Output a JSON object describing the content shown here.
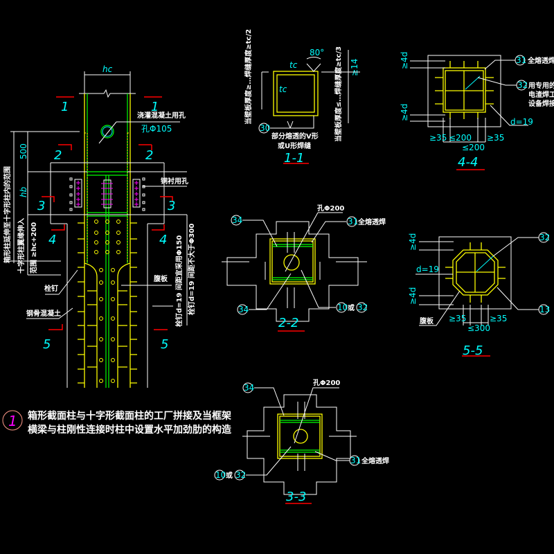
{
  "colors": {
    "background": "#000000",
    "outline": "#ffffff",
    "steel": "#ffff00",
    "stiffener": "#00ff00",
    "dimension": "#00ffff",
    "section_mark": "#ff0000",
    "tick": "#ff00ff"
  },
  "title": {
    "number": "1",
    "line1": "箱形截面柱与十字形截面柱的工厂拼接及当框架",
    "line2": "横梁与柱刚性连接时柱中设置水平加劲肋的构造"
  },
  "elevation": {
    "dim_hc": "hc",
    "dim_500": "500",
    "dim_hb": "hb",
    "section_marks": [
      "1",
      "1",
      "2",
      "2",
      "3",
      "3",
      "4",
      "4",
      "5",
      "5"
    ],
    "hole_label": "浇灌混凝土用孔",
    "hole_size": "孔Φ105",
    "side_hole": "铜衬用孔",
    "stud_spacing_1": "栓钉d=19  间距宜采用Φ150",
    "stud_spacing_2": "栓钉d=19  间距不大于Φ300",
    "web": "腹板",
    "stud": "栓钉",
    "concrete": "钢骨混凝土",
    "left_note_1": "箱形柱延伸至十字形柱内的范围",
    "left_note_2": "十字形柱翼缘伸入",
    "left_note_3": "范围 ≥hc+200"
  },
  "section_1_1": {
    "label": "1-1",
    "angle": "80°",
    "tc_top": "tc",
    "tc_side": "tc",
    "min_14": "≥14",
    "left_note": "当壁板厚度≥…焊缝厚度≥tc/2",
    "right_note": "当壁板厚度≤…焊缝厚度≥tc/3",
    "weld_ref": "30",
    "weld_note_1": "部分熔透的V形",
    "weld_note_2": "或U形焊缝"
  },
  "section_4_4": {
    "label": "4-4",
    "ref_31": "31",
    "note_31": "全熔透焊",
    "ref_32": "32",
    "note_32_1": "用专用的",
    "note_32_2": "电渣焊工艺",
    "note_32_3": "设备焊接",
    "stud": "d=19",
    "dim_4d_top": "≥4d",
    "dim_4d_bottom": "≥4d",
    "dim_left": "≥35",
    "dim_mid": "≤200",
    "dim_right": "≥35",
    "dim_total": "≤200"
  },
  "section_2_2": {
    "label": "2-2",
    "hole": "孔Φ200",
    "ref_34_top": "34",
    "ref_34_bottom": "34",
    "ref_31": "31",
    "note_31": "全熔透焊",
    "ref_10": "10",
    "or": "或",
    "ref_32": "32"
  },
  "section_5_5": {
    "label": "5-5",
    "ref_32": "32",
    "ref_13": "13",
    "stud": "d=19",
    "dim_4d_top": "≥4d",
    "dim_4d_bottom": "≥4d",
    "web": "腹板",
    "dim_left": "≥35",
    "dim_mid": "≤300",
    "dim_right": "≥35"
  },
  "section_3_3": {
    "label": "3-3",
    "ref_34": "34",
    "hole": "孔Φ200",
    "ref_10": "10",
    "or": "或",
    "ref_32": "32",
    "ref_31": "31",
    "note_31": "全熔透焊"
  }
}
